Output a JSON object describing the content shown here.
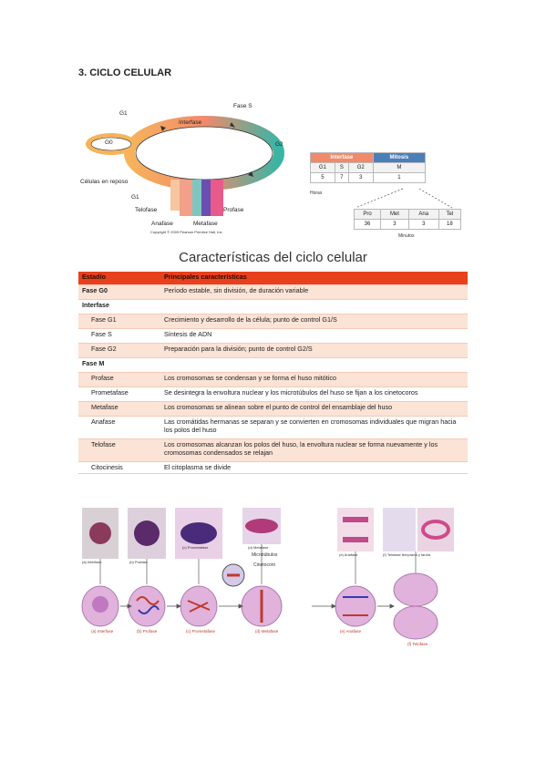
{
  "section_title": "3.  CICLO CELULAR",
  "cycle_diagram": {
    "labels": {
      "g0": "G0",
      "g1_top": "G1",
      "fase_s": "Fase S",
      "interfase": "Interfase",
      "g2": "G2",
      "celulas_reposo": "Células en reposo",
      "g1_bottom": "G1",
      "telofase": "Telofase",
      "profase": "Profase",
      "anafase": "Anafase",
      "metafase": "Metafase"
    },
    "copyright": "Copyright © 2009 Pearson Prentice Hall, Inc.",
    "colors": {
      "g1": "#f5b05a",
      "s": "#f08a6a",
      "g2": "#40b8a8",
      "m": "#6a4fb0"
    }
  },
  "duration_table": {
    "header_interfase": "Interfase",
    "header_mitosis": "Mitosis",
    "phases": [
      "G1",
      "S",
      "G2",
      "M"
    ],
    "hours": [
      "5",
      "7",
      "3",
      "1"
    ],
    "hours_label": "Horas",
    "mitosis_phases": [
      "Pro",
      "Met",
      "Ana",
      "Tel"
    ],
    "minutes": [
      "36",
      "3",
      "3",
      "18"
    ],
    "minutes_label": "Minutos"
  },
  "table_title": "Características del ciclo celular",
  "table": {
    "headers": [
      "Estadío",
      "Principales características"
    ],
    "rows": [
      {
        "stage": "Fase G0",
        "desc": "Período estable, sin división, de duración variable",
        "kind": "a",
        "bold": true
      },
      {
        "stage": "Interfase",
        "desc": "",
        "kind": "sec"
      },
      {
        "stage": "Fase G1",
        "desc": "Crecimiento y desarrollo de la célula; punto de control G1/S",
        "kind": "a",
        "indent": true
      },
      {
        "stage": "Fase S",
        "desc": "Síntesis de ADN",
        "kind": "b",
        "indent": true
      },
      {
        "stage": "Fase G2",
        "desc": "Preparación para la división; punto de control G2/S",
        "kind": "a",
        "indent": true
      },
      {
        "stage": "Fase M",
        "desc": "",
        "kind": "sec"
      },
      {
        "stage": "Profase",
        "desc": "Los cromosomas se condensan y se forma el huso mitótico",
        "kind": "a",
        "indent": true
      },
      {
        "stage": "Prometafase",
        "desc": "Se desintegra la envoltura nuclear y los microtúbulos del huso se fijan a los cinetocoros",
        "kind": "b",
        "indent": true
      },
      {
        "stage": "Metafase",
        "desc": "Los cromosomas se alinean sobre el punto de control del ensamblaje del huso",
        "kind": "a",
        "indent": true
      },
      {
        "stage": "Anafase",
        "desc": "Las cromátidas hermanas se separan y se convierten en cromosomas individuales que migran hacia los polos del huso",
        "kind": "b",
        "indent": true,
        "tall": true
      },
      {
        "stage": "Telofase",
        "desc": "Los cromosomas alcanzan los polos del huso, la envoltura nuclear se forma nuevamente y los cromosomas condensados se relajan",
        "kind": "a",
        "indent": true,
        "tall": true
      },
      {
        "stage": "Citocinesis",
        "desc": "El citoplasma se divide",
        "kind": "b",
        "indent": true,
        "last": true
      }
    ]
  },
  "mitosis_figure": {
    "micro_captions": [
      "(a) Interfase",
      "(b) Profase",
      "(c) Prometafase",
      "(d) Metafase",
      "(e) Anafase",
      "(f) Telofase temprana y tardía"
    ],
    "labels": {
      "microtubulos": "Microtúbulos",
      "cinetocoro": "Cinetocoro"
    },
    "bottom_captions": [
      "(a) Interfase",
      "(b) Profase",
      "(c) Prometafase",
      "(d) Metafase",
      "(e) Anafase",
      "(f) Telofase"
    ]
  }
}
